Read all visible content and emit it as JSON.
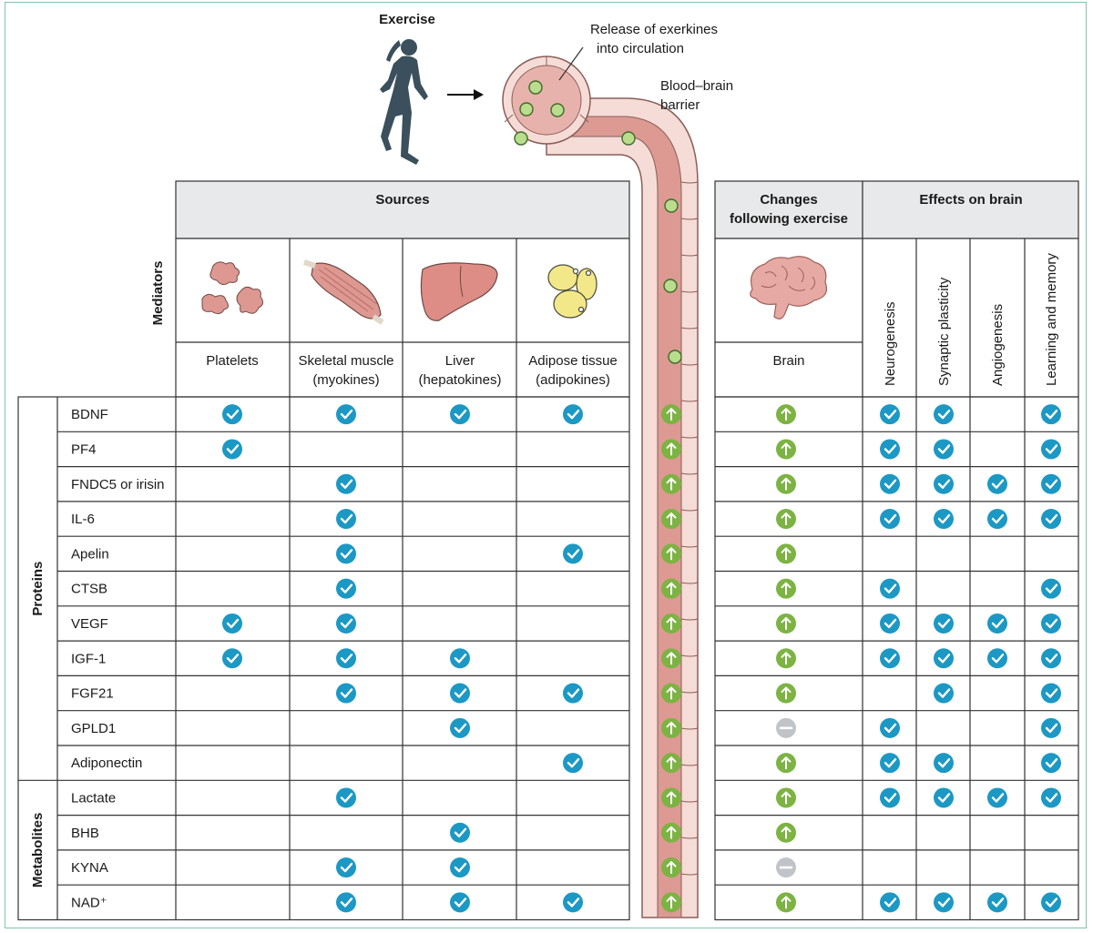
{
  "header": {
    "exercise": "Exercise",
    "release_line1": "Release of exerkines",
    "release_line2": "into circulation",
    "bbb_line1": "Blood–brain",
    "bbb_line2": "barrier"
  },
  "left_table": {
    "sources_header": "Sources",
    "mediators_label": "Mediators",
    "source_columns": [
      {
        "line1": "Platelets",
        "line2": "",
        "icon": "platelets-icon"
      },
      {
        "line1": "Skeletal muscle",
        "line2": "(myokines)",
        "icon": "muscle-icon"
      },
      {
        "line1": "Liver",
        "line2": "(hepatokines)",
        "icon": "liver-icon"
      },
      {
        "line1": "Adipose tissue",
        "line2": "(adipokines)",
        "icon": "adipocytes-icon"
      }
    ],
    "group_labels": {
      "proteins": "Proteins",
      "metabolites": "Metabolites"
    }
  },
  "right_table": {
    "changes_line1": "Changes",
    "changes_line2": "following exercise",
    "effects_header": "Effects on brain",
    "brain_label": "Brain",
    "effect_columns": [
      "Neurogenesis",
      "Synaptic plasticity",
      "Angiogenesis",
      "Learning and memory"
    ]
  },
  "legend_icons": {
    "check": "check-circle-icon",
    "up": "up-arrow-circle-icon",
    "neutral": "dash-circle-icon"
  },
  "colors": {
    "check": "#1c98c4",
    "up": "#7cb342",
    "neutral": "#c0c4c8",
    "vessel": "#e9b3ab",
    "header_bg": "#e8e9eb"
  },
  "rows": [
    {
      "name": "BDNF",
      "group": "proteins",
      "sources": [
        true,
        true,
        true,
        true
      ],
      "vessel": "up",
      "brain": "up",
      "effects": [
        true,
        true,
        false,
        true
      ]
    },
    {
      "name": "PF4",
      "group": "proteins",
      "sources": [
        true,
        false,
        false,
        false
      ],
      "vessel": "up",
      "brain": "up",
      "effects": [
        true,
        true,
        false,
        true
      ]
    },
    {
      "name": "FNDC5 or irisin",
      "group": "proteins",
      "sources": [
        false,
        true,
        false,
        false
      ],
      "vessel": "up",
      "brain": "up",
      "effects": [
        true,
        true,
        true,
        true
      ]
    },
    {
      "name": "IL-6",
      "group": "proteins",
      "sources": [
        false,
        true,
        false,
        false
      ],
      "vessel": "up",
      "brain": "up",
      "effects": [
        true,
        true,
        true,
        true
      ]
    },
    {
      "name": "Apelin",
      "group": "proteins",
      "sources": [
        false,
        true,
        false,
        true
      ],
      "vessel": "up",
      "brain": "up",
      "effects": [
        false,
        false,
        false,
        false
      ]
    },
    {
      "name": "CTSB",
      "group": "proteins",
      "sources": [
        false,
        true,
        false,
        false
      ],
      "vessel": "up",
      "brain": "up",
      "effects": [
        true,
        false,
        false,
        true
      ]
    },
    {
      "name": "VEGF",
      "group": "proteins",
      "sources": [
        true,
        true,
        false,
        false
      ],
      "vessel": "up",
      "brain": "up",
      "effects": [
        true,
        true,
        true,
        true
      ]
    },
    {
      "name": "IGF-1",
      "group": "proteins",
      "sources": [
        true,
        true,
        true,
        false
      ],
      "vessel": "up",
      "brain": "up",
      "effects": [
        true,
        true,
        true,
        true
      ]
    },
    {
      "name": "FGF21",
      "group": "proteins",
      "sources": [
        false,
        true,
        true,
        true
      ],
      "vessel": "up",
      "brain": "up",
      "effects": [
        false,
        true,
        false,
        true
      ]
    },
    {
      "name": "GPLD1",
      "group": "proteins",
      "sources": [
        false,
        false,
        true,
        false
      ],
      "vessel": "up",
      "brain": "neutral",
      "effects": [
        true,
        false,
        false,
        true
      ]
    },
    {
      "name": "Adiponectin",
      "group": "proteins",
      "sources": [
        false,
        false,
        false,
        true
      ],
      "vessel": "up",
      "brain": "up",
      "effects": [
        true,
        true,
        false,
        true
      ]
    },
    {
      "name": "Lactate",
      "group": "metabolites",
      "sources": [
        false,
        true,
        false,
        false
      ],
      "vessel": "up",
      "brain": "up",
      "effects": [
        true,
        true,
        true,
        true
      ]
    },
    {
      "name": "BHB",
      "group": "metabolites",
      "sources": [
        false,
        false,
        true,
        false
      ],
      "vessel": "up",
      "brain": "up",
      "effects": [
        false,
        false,
        false,
        false
      ]
    },
    {
      "name": "KYNA",
      "group": "metabolites",
      "sources": [
        false,
        true,
        true,
        false
      ],
      "vessel": "up",
      "brain": "neutral",
      "effects": [
        false,
        false,
        false,
        false
      ]
    },
    {
      "name": "NAD⁺",
      "group": "metabolites",
      "sources": [
        false,
        true,
        true,
        true
      ],
      "vessel": "up",
      "brain": "up",
      "effects": [
        true,
        true,
        true,
        true
      ]
    }
  ]
}
